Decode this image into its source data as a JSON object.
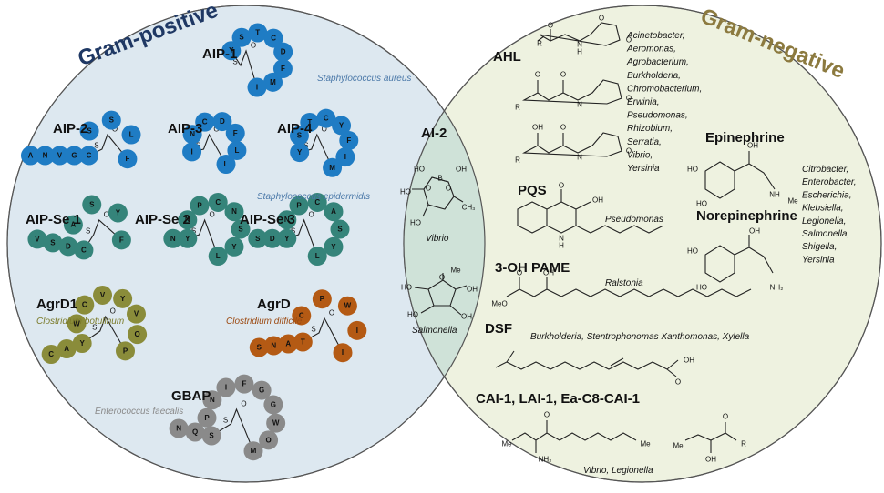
{
  "colors": {
    "gram_positive_fill": "#dde8f0",
    "gram_negative_fill": "#eef2e0",
    "overlap_fill": "#cfe2d8",
    "gram_positive_title": "#1f3864",
    "gram_negative_title": "#8c7a3f",
    "staph": "#1f7cc4",
    "se": "#35847a",
    "agrd1": "#8a8c3a",
    "agrd": "#b45a14",
    "gbap": "#8a8a8a"
  },
  "titles": {
    "gram_positive": "Gram-positive",
    "gram_negative": "Gram-negative",
    "ai2": "AI-2"
  },
  "peptides": [
    {
      "id": "aip1",
      "label": "AIP-1",
      "color": "staph",
      "ring": [
        "Y",
        "S",
        "T",
        "C",
        "D",
        "F",
        "M",
        "I"
      ]
    },
    {
      "id": "aip2",
      "label": "AIP-2",
      "color": "staph",
      "tail": [
        "G",
        "V",
        "N",
        "A"
      ],
      "ring": [
        "C",
        "S",
        "S",
        "L",
        "F"
      ]
    },
    {
      "id": "aip3",
      "label": "AIP-3",
      "color": "staph",
      "ring": [
        "I",
        "N",
        "C",
        "D",
        "F",
        "L",
        "L"
      ]
    },
    {
      "id": "aip4",
      "label": "AIP-4",
      "color": "staph",
      "ring": [
        "Y",
        "S",
        "T",
        "C",
        "Y",
        "F",
        "I",
        "M"
      ]
    },
    {
      "id": "se1",
      "label": "AIP-Se 1",
      "color": "se",
      "tail": [
        "D",
        "S",
        "V"
      ],
      "ring": [
        "C",
        "A",
        "S",
        "Y",
        "F"
      ]
    },
    {
      "id": "se2",
      "label": "AIP-Se 2",
      "color": "se",
      "tail": [
        "N"
      ],
      "ring": [
        "Y",
        "N",
        "P",
        "C",
        "N",
        "S",
        "Y",
        "L"
      ]
    },
    {
      "id": "se3",
      "label": "AIP-Se 3",
      "color": "se",
      "tail": [
        "D",
        "S"
      ],
      "ring": [
        "Y",
        "N",
        "P",
        "C",
        "A",
        "S",
        "Y",
        "L"
      ]
    },
    {
      "id": "agrd1",
      "label": "AgrD1",
      "color": "agrd1",
      "tail": [
        "A",
        "C"
      ],
      "ring": [
        "Y",
        "W",
        "C",
        "V",
        "Y",
        "V",
        "O",
        "P"
      ]
    },
    {
      "id": "agrd",
      "label": "AgrD",
      "color": "agrd",
      "tail": [
        "A",
        "N",
        "S"
      ],
      "ring": [
        "T",
        "C",
        "P",
        "W",
        "I",
        "I"
      ]
    },
    {
      "id": "gbap",
      "label": "GBAP",
      "color": "gbap",
      "tail": [
        "Q",
        "N"
      ],
      "ring": [
        "S",
        "P",
        "N",
        "I",
        "F",
        "G",
        "G",
        "W",
        "O",
        "M"
      ]
    }
  ],
  "organisms": {
    "staph_aureus": "Staphylococcus aureus",
    "staph_epi": "Staphylococcus epidermidis",
    "c_bot": "Clostridium botulinum",
    "c_diff": "Clostridium difficile",
    "e_faec": "Enterococcus faecalis",
    "vibrio": "Vibrio",
    "salmonella": "Salmonella"
  },
  "negative": {
    "ahl": {
      "label": "AHL",
      "organisms": [
        "Acinetobacter,",
        "Aeromonas,",
        "Agrobacterium,",
        "Burkholderia,",
        "Chromobacterium,",
        "Erwinia,",
        "Pseudomonas,",
        "Rhizobium,",
        "Serratia,",
        "Vibrio,",
        "Yersinia"
      ]
    },
    "epinephrine": "Epinephrine",
    "norepinephrine": "Norepinephrine",
    "catecholamine_organisms": [
      "Citrobacter,",
      "Enterobacter,",
      "Escherichia,",
      "Klebsiella,",
      "Legionella,",
      "Salmonella,",
      "Shigella,",
      "Yersinia"
    ],
    "pqs": {
      "label": "PQS",
      "organism": "Pseudomonas"
    },
    "pame": {
      "label": "3-OH PAME",
      "organism": "Ralstonia"
    },
    "dsf": {
      "label": "DSF",
      "organism": "Burkholderia, Stentrophonomas Xanthomonas, Xylella"
    },
    "cai": {
      "label": "CAI-1, LAI-1, Ea-C8-CAI-1",
      "organism": "Vibrio, Legionella"
    }
  },
  "atoms": {
    "O": "O",
    "R": "R",
    "N": "N",
    "H": "H",
    "OH": "OH",
    "HO": "HO",
    "S": "S",
    "B": "B",
    "CH3": "CH₃",
    "Me": "Me",
    "NH2": "NH₂",
    "MeO": "MeO",
    "NH": "NH"
  }
}
